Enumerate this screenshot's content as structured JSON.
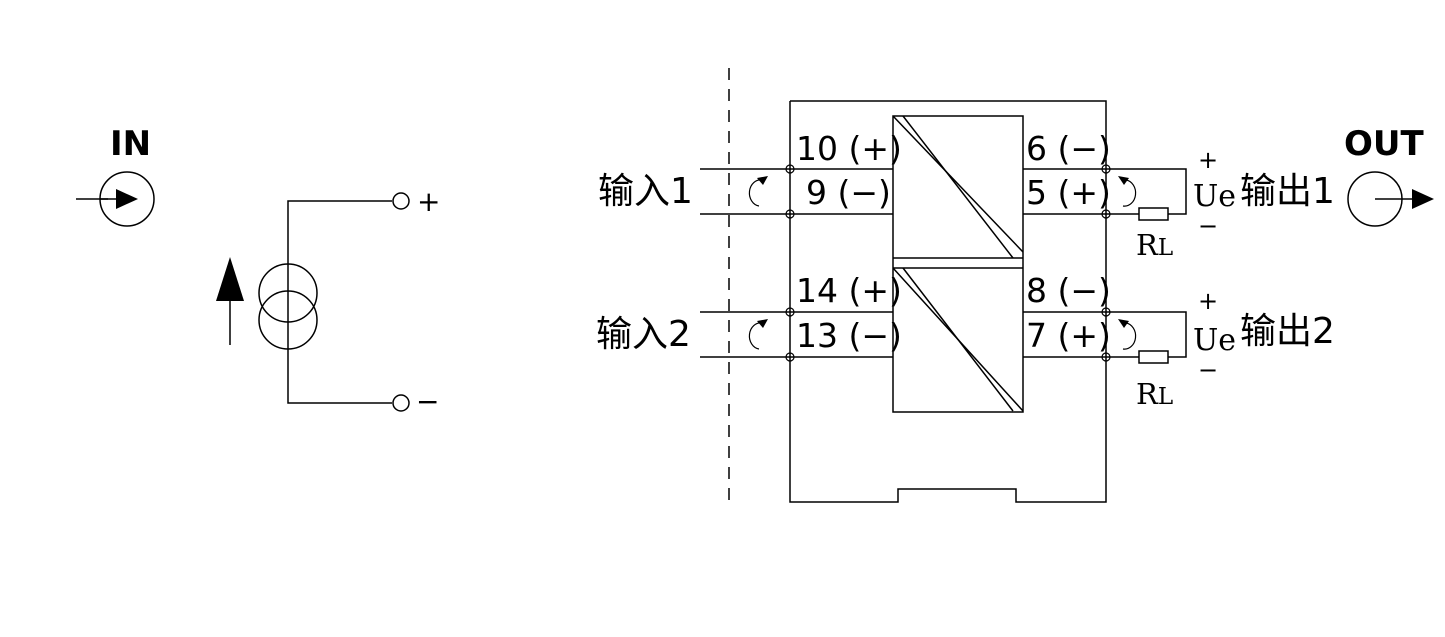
{
  "in_section": {
    "label": "IN",
    "plus": "+",
    "minus": "−"
  },
  "inputs": [
    {
      "label": "输入1"
    },
    {
      "label": "输入2"
    }
  ],
  "terminals": {
    "ch1_in_plus": "10 (+)",
    "ch1_in_minus": "9 (−)",
    "ch2_in_plus": "14 (+)",
    "ch2_in_minus": "13 (−)",
    "ch1_out_minus": "6 (−)",
    "ch1_out_plus": "5 (+)",
    "ch2_out_minus": "8 (−)",
    "ch2_out_plus": "7 (+)"
  },
  "outputs": [
    {
      "label": "输出1",
      "plus": "+",
      "minus": "−",
      "voltage": "Ue",
      "load": "R",
      "load_sub": "L"
    },
    {
      "label": "输出2",
      "plus": "+",
      "minus": "−",
      "voltage": "Ue",
      "load": "R",
      "load_sub": "L"
    }
  ],
  "out_section": {
    "label": "OUT"
  }
}
